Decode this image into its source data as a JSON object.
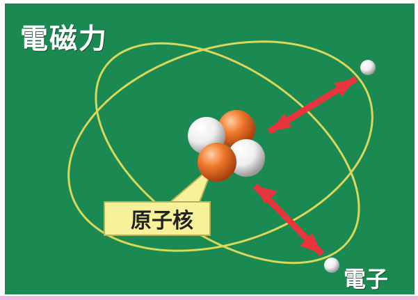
{
  "title": "電磁力",
  "labels": {
    "nucleus": "原子核",
    "electron": "電子"
  },
  "colors": {
    "background": "#1b8a52",
    "orbit": "#d9d85a",
    "arrow": "#e8343c",
    "proton": "#e8671f",
    "neutron": "#f2f2f2",
    "callout": "#f7f29a",
    "electron": "#f2f2f2"
  },
  "icons": {
    "nucleus": "nucleus-icon",
    "electron": "electron-icon",
    "arrow": "double-arrow-icon"
  }
}
